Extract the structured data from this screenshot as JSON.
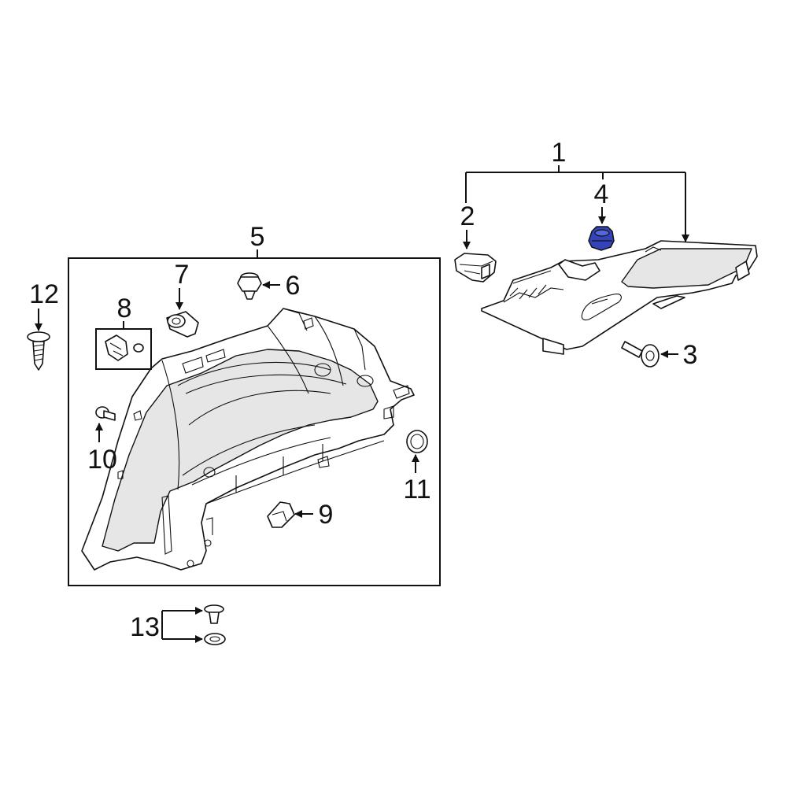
{
  "callouts": {
    "c1": "1",
    "c2": "2",
    "c3": "3",
    "c4": "4",
    "c5": "5",
    "c6": "6",
    "c7": "7",
    "c8": "8",
    "c9": "9",
    "c10": "10",
    "c11": "11",
    "c12": "12",
    "c13": "13"
  },
  "colors": {
    "highlight": "#3344bb",
    "line": "#111111",
    "panel_fill": "#f4f4f4"
  }
}
